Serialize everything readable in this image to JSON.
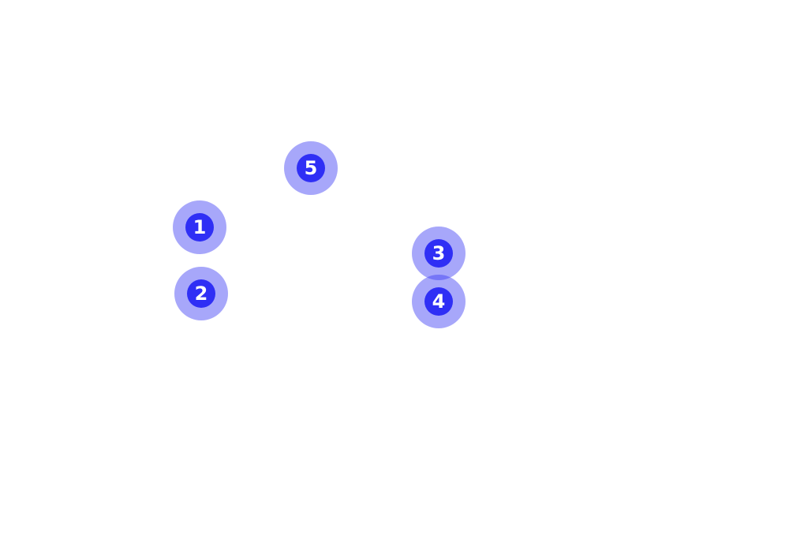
{
  "accent_colors": {
    "marker_outer": "#9c9cf8",
    "marker_inner": "#2f2ff5",
    "label": "#ffffff"
  },
  "markers": [
    {
      "label": "1"
    },
    {
      "label": "2"
    },
    {
      "label": "3"
    },
    {
      "label": "4"
    },
    {
      "label": "5"
    }
  ]
}
